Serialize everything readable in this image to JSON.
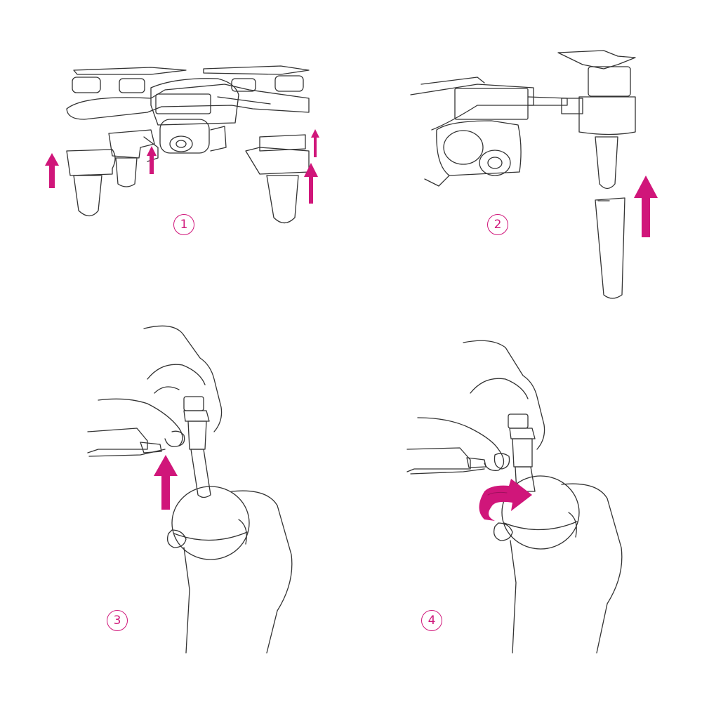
{
  "steps": [
    {
      "number": "1"
    },
    {
      "number": "2"
    },
    {
      "number": "3"
    },
    {
      "number": "4"
    }
  ],
  "colors": {
    "accent": "#d0167a",
    "line": "#333333",
    "background": "#ffffff"
  },
  "icons": [
    "drone-illustration",
    "arrow-up-icon",
    "rotate-arrow-icon",
    "hand-illustration"
  ]
}
